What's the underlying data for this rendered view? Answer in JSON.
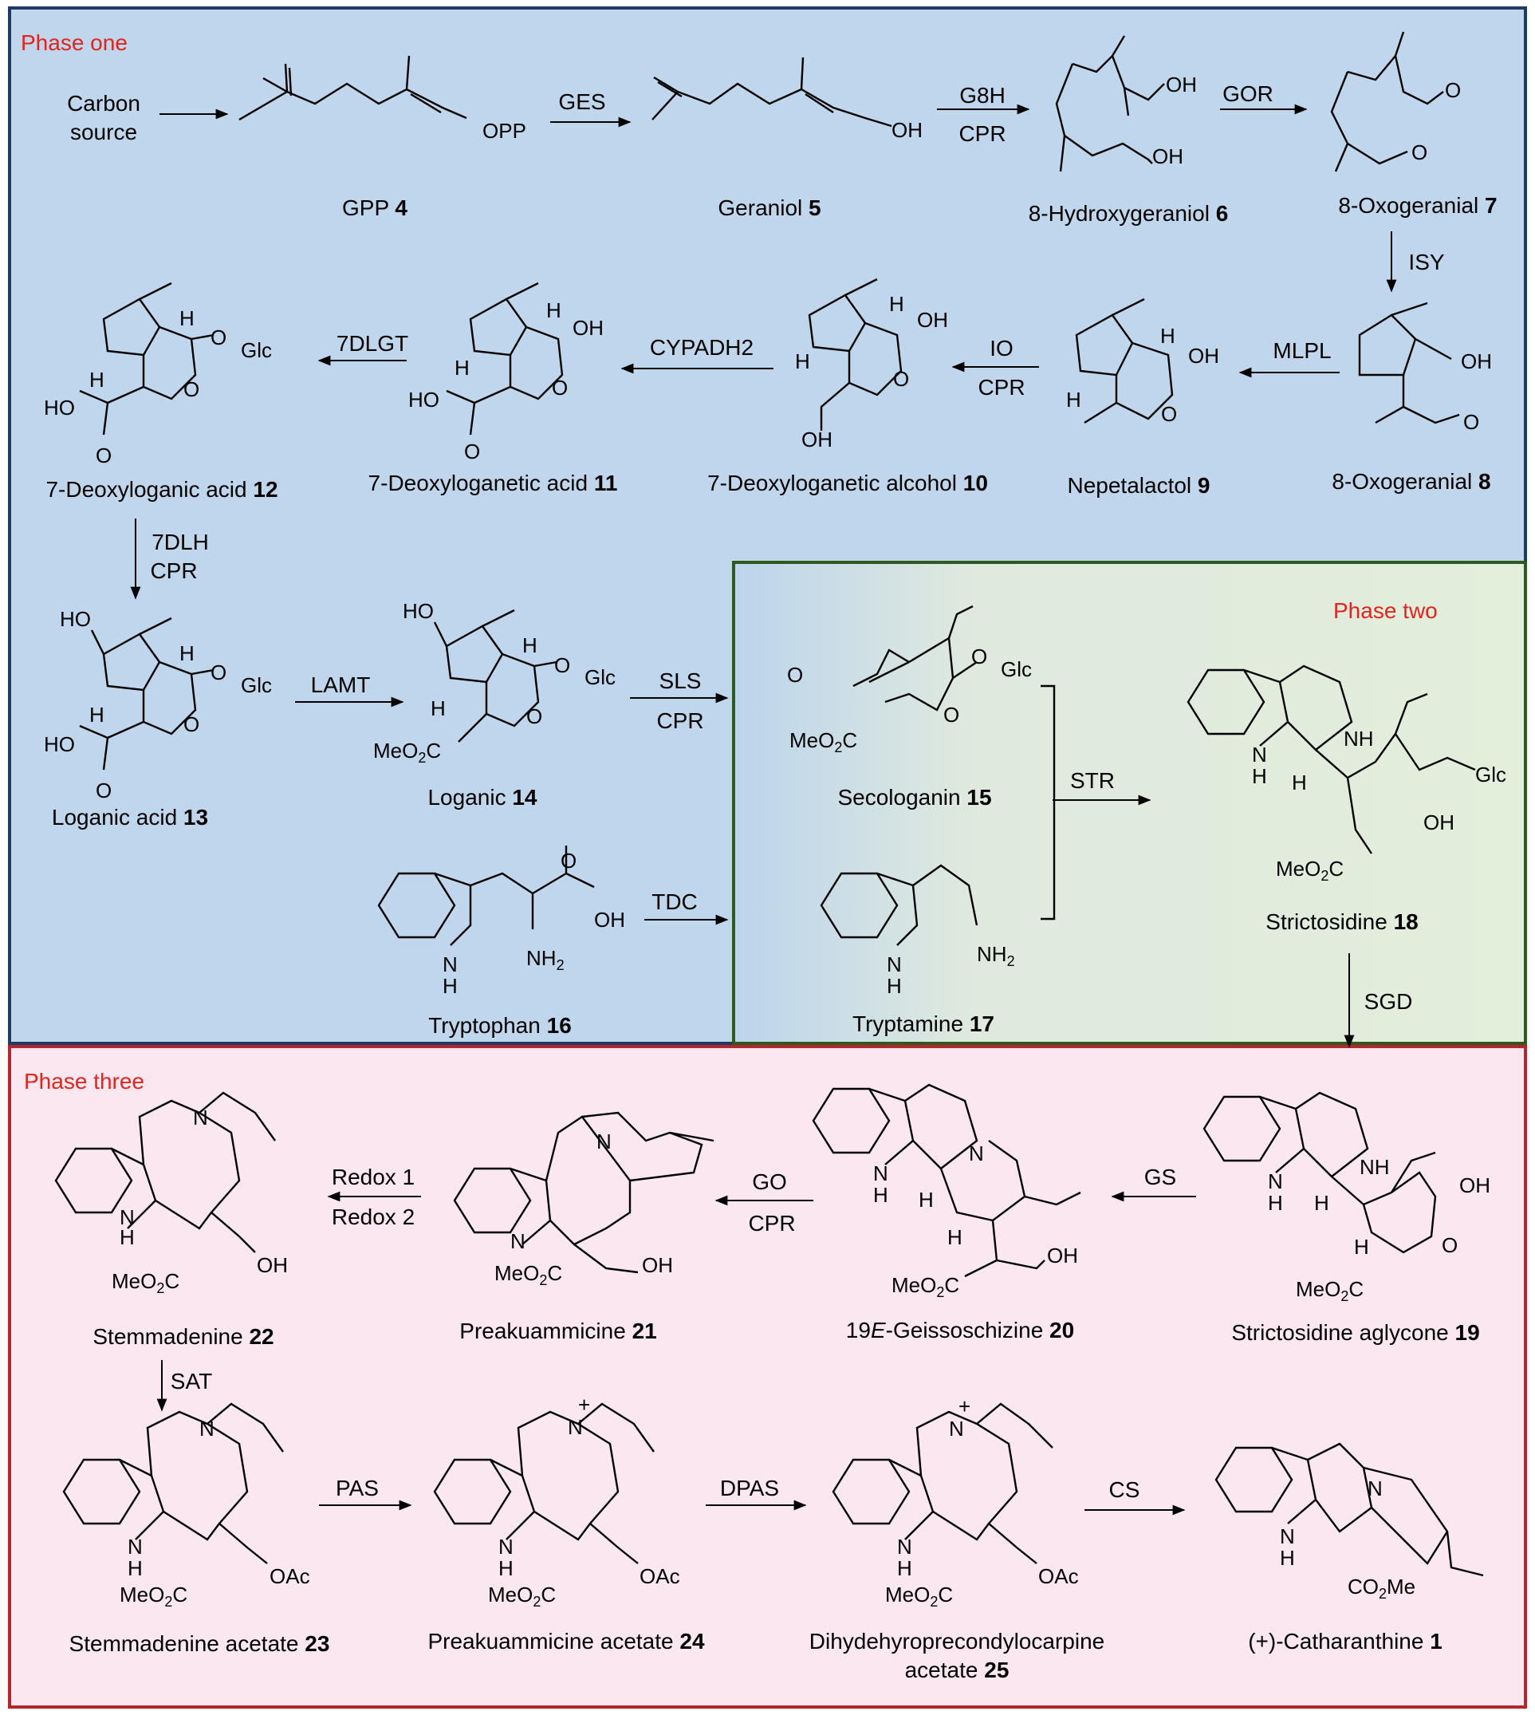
{
  "phases": {
    "one": "Phase one",
    "two": "Phase two",
    "three": "Phase three"
  },
  "carbon_source": [
    "Carbon",
    "source"
  ],
  "compounds": {
    "c4": {
      "name": "GPP ",
      "num": "4"
    },
    "c5": {
      "name": "Geraniol ",
      "num": "5"
    },
    "c6": {
      "name": "8-Hydroxygeraniol ",
      "num": "6"
    },
    "c7": {
      "name": "8-Oxogeranial ",
      "num": "7"
    },
    "c8": {
      "name": "8-Oxogeranial ",
      "num": "8"
    },
    "c9": {
      "name": "Nepetalactol ",
      "num": "9"
    },
    "c10": {
      "name": "7-Deoxyloganetic alcohol ",
      "num": "10"
    },
    "c11": {
      "name": "7-Deoxyloganetic acid ",
      "num": "11"
    },
    "c12": {
      "name": "7-Deoxyloganic acid ",
      "num": "12"
    },
    "c13": {
      "name": "Loganic acid ",
      "num": "13"
    },
    "c14": {
      "name": "Loganic ",
      "num": "14"
    },
    "c15": {
      "name": "Secologanin ",
      "num": "15"
    },
    "c16": {
      "name": "Tryptophan ",
      "num": "16"
    },
    "c17": {
      "name": "Tryptamine ",
      "num": "17"
    },
    "c18": {
      "name": "Strictosidine ",
      "num": "18"
    },
    "c19": {
      "name": "Strictosidine aglycone ",
      "num": "19"
    },
    "c20": {
      "name_pre": "19",
      "name_it": "E",
      "name": "-Geissoschizine ",
      "num": "20"
    },
    "c21": {
      "name": "Preakuammicine ",
      "num": "21"
    },
    "c22": {
      "name": "Stemmadenine ",
      "num": "22"
    },
    "c23": {
      "name": "Stemmadenine acetate ",
      "num": "23"
    },
    "c24": {
      "name": "Preakuammicine acetate ",
      "num": "24"
    },
    "c25": {
      "name": "Dihydehyroprecondylocarpine",
      "name2": "acetate ",
      "num": "25"
    },
    "c1": {
      "name": "(+)-Catharanthine ",
      "num": "1"
    }
  },
  "enzymes": {
    "ges": "GES",
    "g8h": "G8H",
    "cpr_1": "CPR",
    "gor": "GOR",
    "isy": "ISY",
    "mlpl": "MLPL",
    "io": "IO",
    "cpr_2": "CPR",
    "cypadh2": "CYPADH2",
    "dlgt": "7DLGT",
    "dlh": "7DLH",
    "cpr_3": "CPR",
    "lamt": "LAMT",
    "sls": "SLS",
    "cpr_4": "CPR",
    "tdc": "TDC",
    "str": "STR",
    "sgd": "SGD",
    "gs": "GS",
    "go": "GO",
    "cpr_5": "CPR",
    "redox1": "Redox 1",
    "redox2": "Redox 2",
    "sat": "SAT",
    "pas": "PAS",
    "dpas": "DPAS",
    "cs": "CS"
  },
  "atoms": {
    "opp": "OPP",
    "oh": "OH",
    "o": "O",
    "h": "H",
    "ho": "HO",
    "glc": "Glc",
    "o_glc": "O",
    "nh": "NH",
    "n": "N",
    "nh2": "NH",
    "sub2": "2",
    "meo2c": "MeO",
    "c": "C",
    "oac": "OAc",
    "co2me": "CO",
    "me": "Me",
    "plus": "+"
  },
  "colors": {
    "phase_one_bg": "#bfd6ec",
    "phase_one_border": "#1f3a63",
    "phase_two_border": "#2e5a1f",
    "phase_three_bg": "#fbe7ef",
    "phase_three_border": "#b3262c",
    "phase_label": "#e3241f"
  }
}
